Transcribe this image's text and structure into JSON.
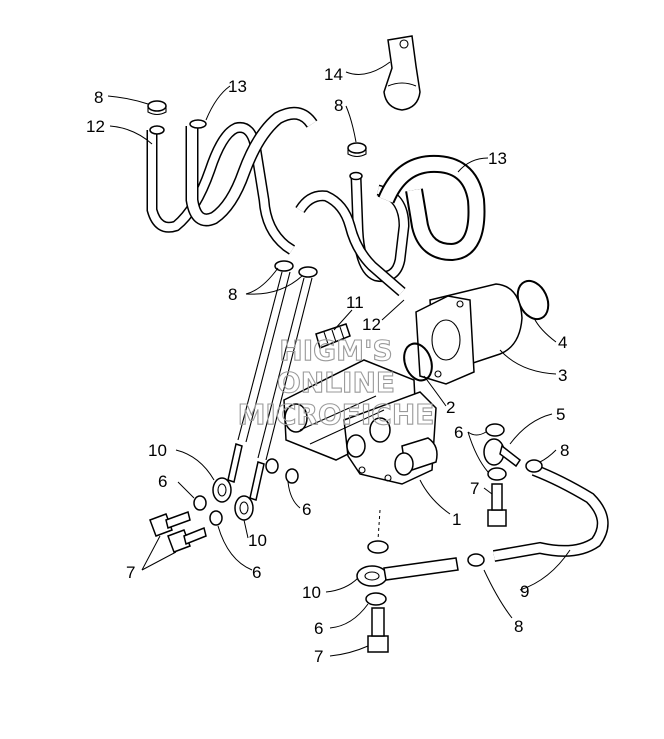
{
  "watermark": {
    "line1": "HIGM'S",
    "line2": "ONLINE",
    "line3": "MICROFICHE"
  },
  "callouts": [
    {
      "id": "c-14",
      "label": "14"
    },
    {
      "id": "c-13a",
      "label": "13"
    },
    {
      "id": "c-8a",
      "label": "8"
    },
    {
      "id": "c-12a",
      "label": "12"
    },
    {
      "id": "c-8b",
      "label": "8"
    },
    {
      "id": "c-13b",
      "label": "13"
    },
    {
      "id": "c-8c",
      "label": "8"
    },
    {
      "id": "c-11",
      "label": "11"
    },
    {
      "id": "c-12b",
      "label": "12"
    },
    {
      "id": "c-4",
      "label": "4"
    },
    {
      "id": "c-3",
      "label": "3"
    },
    {
      "id": "c-2",
      "label": "2"
    },
    {
      "id": "c-5",
      "label": "5"
    },
    {
      "id": "c-8d",
      "label": "8"
    },
    {
      "id": "c-6a",
      "label": "6"
    },
    {
      "id": "c-7a",
      "label": "7"
    },
    {
      "id": "c-10a",
      "label": "10"
    },
    {
      "id": "c-6b",
      "label": "6"
    },
    {
      "id": "c-6c",
      "label": "6"
    },
    {
      "id": "c-1",
      "label": "1"
    },
    {
      "id": "c-10b",
      "label": "10"
    },
    {
      "id": "c-7b",
      "label": "7"
    },
    {
      "id": "c-6d",
      "label": "6"
    },
    {
      "id": "c-10c",
      "label": "10"
    },
    {
      "id": "c-9",
      "label": "9"
    },
    {
      "id": "c-6e",
      "label": "6"
    },
    {
      "id": "c-8e",
      "label": "8"
    },
    {
      "id": "c-7c",
      "label": "7"
    }
  ]
}
